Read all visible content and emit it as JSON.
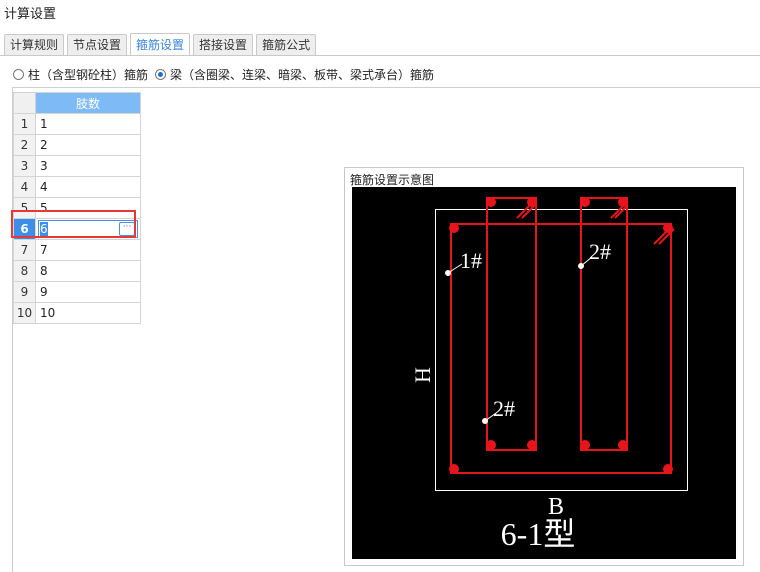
{
  "window": {
    "title": "计算设置"
  },
  "tabs": [
    {
      "label": "计算规则"
    },
    {
      "label": "节点设置"
    },
    {
      "label": "箍筋设置",
      "active": true
    },
    {
      "label": "搭接设置"
    },
    {
      "label": "箍筋公式"
    }
  ],
  "radios": [
    {
      "label": "柱（含型钢砼柱）箍筋",
      "checked": false
    },
    {
      "label": "梁（含圈梁、连梁、暗梁、板带、梁式承台）箍筋",
      "checked": true
    }
  ],
  "grid": {
    "header": "肢数",
    "selected_row": 6,
    "rows": [
      {
        "num": "1",
        "value": "1"
      },
      {
        "num": "2",
        "value": "2"
      },
      {
        "num": "3",
        "value": "3"
      },
      {
        "num": "4",
        "value": "4"
      },
      {
        "num": "5",
        "value": "5"
      },
      {
        "num": "6",
        "value": "6"
      },
      {
        "num": "7",
        "value": "7"
      },
      {
        "num": "8",
        "value": "8"
      },
      {
        "num": "9",
        "value": "9"
      },
      {
        "num": "10",
        "value": "10"
      }
    ],
    "edit_button": "···"
  },
  "preview": {
    "title": "箍筋设置示意图",
    "labels": {
      "leg1": "1#",
      "leg2_top": "2#",
      "leg2_bottom": "2#",
      "height": "H",
      "width": "B",
      "type": "6-1型"
    },
    "colors": {
      "rebar": "#e8141c",
      "outline": "#ffffff",
      "background": "#000000"
    }
  }
}
